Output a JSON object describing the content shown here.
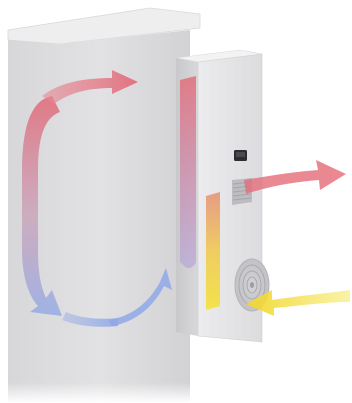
{
  "scene": {
    "subject": "cabinet-with-side-cooling-unit",
    "palette": {
      "background": "#ffffff",
      "cabinet_front": "#dcdcde",
      "cabinet_top": "#eeeeef",
      "unit_front": "#e6e6e8",
      "unit_side": "#cfcfd2",
      "hot_air": "#e26d7a",
      "cool_air": "#8fa8e6",
      "ambient_air": "#f2dd3a"
    },
    "flows": [
      {
        "name": "hot-air-into-unit",
        "color_key": "hot_air"
      },
      {
        "name": "warm-air-exhaust",
        "color_key": "hot_air"
      },
      {
        "name": "ambient-air-intake",
        "color_key": "ambient_air"
      },
      {
        "name": "cool-air-return",
        "color_key": "cool_air"
      }
    ],
    "icons": [
      "vent-grille-icon",
      "fan-grille-icon",
      "display-panel-icon"
    ]
  }
}
